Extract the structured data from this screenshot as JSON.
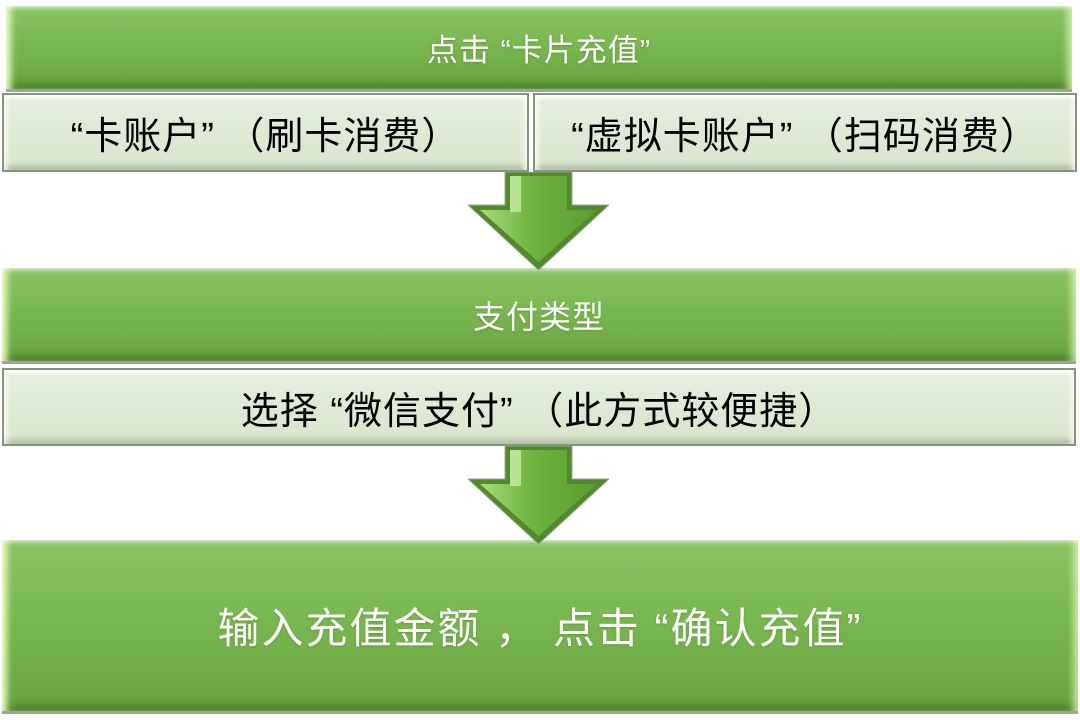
{
  "diagram": {
    "title_hint": "card-recharge-flowchart",
    "steps": [
      {
        "header": "点击 “卡片充值”",
        "options": [
          "“卡账户” （刷卡消费）",
          "“虚拟卡账户” （扫码消费）"
        ]
      },
      {
        "header": "支付类型",
        "options": [
          "选择 “微信支付” （此方式较便捷）"
        ]
      },
      {
        "header": "输入充值金额 ， 点击 “确认充值”"
      }
    ],
    "connectors": [
      {
        "icon": "down-arrow-icon",
        "from": "step-1-options",
        "to": "step-2-header"
      },
      {
        "icon": "down-arrow-icon",
        "from": "step-2-option",
        "to": "step-3"
      }
    ],
    "colors": {
      "green_main": "#70ad47",
      "green_gradient_top": "#8cc465",
      "green_gradient_bottom": "#64a03d",
      "green_dark_edge": "#538135",
      "bevel_highlight": "#eeffc6",
      "light_box_fill": "#e2efda",
      "light_box_border": "#85947c",
      "arrow_fill": "#6fb23f",
      "arrow_highlight": "#c3e99b",
      "arrow_dark_rim": "#4f8a2b",
      "text_on_green": "#ffffff",
      "text_on_light": "#000000",
      "background": "#ffffff"
    }
  }
}
